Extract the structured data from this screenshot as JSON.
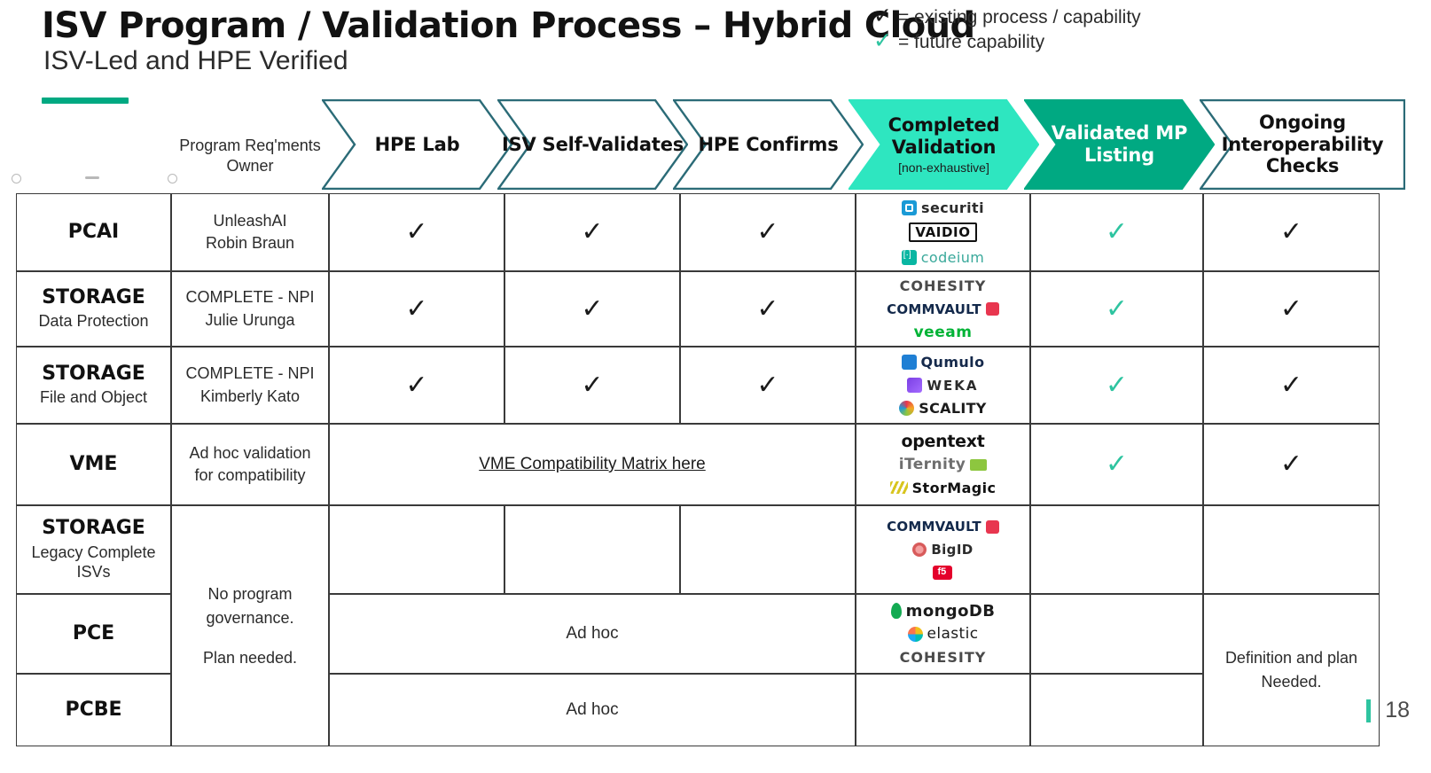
{
  "title": "ISV Program / Validation Process – Hybrid Cloud",
  "subtitle": "ISV-Led and HPE Verified",
  "legend": [
    {
      "check": "✓",
      "color": "#1b1b1b",
      "text": "= existing process / capability"
    },
    {
      "check": "✓",
      "color": "#2EC4A0",
      "text": "= future capability"
    }
  ],
  "colors": {
    "accent_green": "#00A982",
    "mint": "#2EE6C0",
    "teal_dark": "#00A982",
    "chevron_outline": "#2b6b77",
    "grid_line": "#3a3a3a",
    "future_check": "#2EC4A0"
  },
  "header": {
    "owner_label": "Program Req'ments Owner",
    "stages": [
      {
        "label": "HPE Lab",
        "sub": "",
        "style": "plain"
      },
      {
        "label": "ISV Self-Validates",
        "sub": "",
        "style": "plain"
      },
      {
        "label": "HPE Confirms",
        "sub": "",
        "style": "plain"
      },
      {
        "label": "Completed Validation",
        "sub": "[non-exhaustive]",
        "style": "mint"
      },
      {
        "label": "Validated MP Listing",
        "sub": "",
        "style": "dark"
      },
      {
        "label": "Ongoing Interoperability Checks",
        "sub": "",
        "style": "plain"
      }
    ]
  },
  "rows": [
    {
      "segment": "PCAI",
      "segment_sub": "",
      "owner": [
        "UnleashAI",
        "Robin Braun"
      ],
      "hpe_lab": "✓",
      "isv_self": "✓",
      "hpe_confirms": "✓",
      "validated_mp": "✓",
      "ongoing": "✓",
      "logos": [
        "securiti",
        "VAIDIO",
        "codeium"
      ]
    },
    {
      "segment": "STORAGE",
      "segment_sub": "Data Protection",
      "owner": [
        "COMPLETE - NPI",
        "Julie Urunga"
      ],
      "hpe_lab": "✓",
      "isv_self": "✓",
      "hpe_confirms": "✓",
      "validated_mp": "✓",
      "ongoing": "✓",
      "logos": [
        "COHESITY",
        "COMMVAULT",
        "veeam"
      ]
    },
    {
      "segment": "STORAGE",
      "segment_sub": "File and Object",
      "owner": [
        "COMPLETE - NPI",
        "Kimberly Kato"
      ],
      "hpe_lab": "✓",
      "isv_self": "✓",
      "hpe_confirms": "✓",
      "validated_mp": "✓",
      "ongoing": "✓",
      "logos": [
        "Qumulo",
        "WEKA",
        "SCALITY"
      ]
    },
    {
      "segment": "VME",
      "segment_sub": "",
      "owner": [
        "Ad hoc validation",
        "for compatibility"
      ],
      "merged_link": "VME Compatibility Matrix here",
      "validated_mp": "✓",
      "ongoing": "✓",
      "logos": [
        "opentext",
        "iTernity",
        "StorMagic"
      ]
    },
    {
      "segment": "STORAGE",
      "segment_sub": "Legacy Complete ISVs",
      "owner": "",
      "hpe_lab": "",
      "isv_self": "",
      "hpe_confirms": "",
      "validated_mp": "",
      "ongoing": "",
      "logos": [
        "COMMVAULT",
        "BigID",
        "F5"
      ]
    },
    {
      "segment": "PCE",
      "segment_sub": "",
      "merged_text": "Ad hoc",
      "validated_mp": "",
      "ongoing": "",
      "logos": [
        "mongoDB",
        "elastic",
        "COHESITY"
      ]
    },
    {
      "segment": "PCBE",
      "segment_sub": "",
      "merged_text": "Ad hoc",
      "validated_mp": "",
      "ongoing": "",
      "logos": []
    }
  ],
  "notes": {
    "governance": [
      "No program governance.",
      "Plan needed."
    ],
    "definition": "Definition and plan Needed."
  },
  "page_number": "18"
}
